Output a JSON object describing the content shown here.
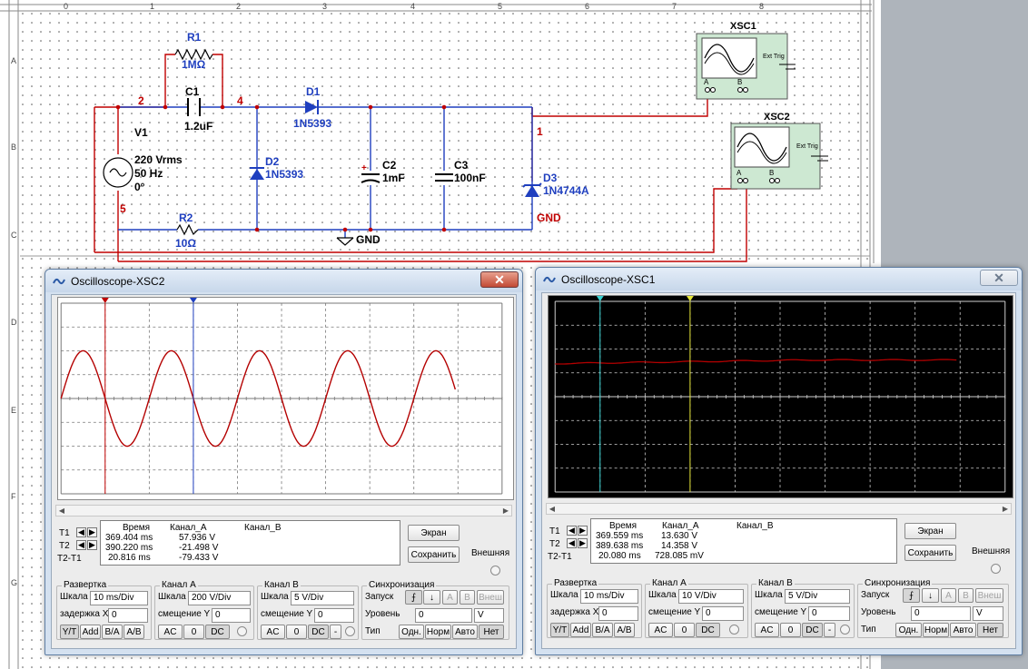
{
  "schematic": {
    "col_labels": [
      "0",
      "1",
      "2",
      "3",
      "4",
      "5",
      "6",
      "7",
      "8"
    ],
    "row_labels": [
      "A",
      "B",
      "C",
      "D",
      "E",
      "F",
      "G"
    ],
    "r1": {
      "name": "R1",
      "value": "1MΩ"
    },
    "c1": {
      "name": "C1",
      "value": "1.2uF"
    },
    "d1": {
      "name": "D1",
      "model": "1N5393"
    },
    "d2": {
      "name": "D2",
      "model": "1N5393"
    },
    "c2": {
      "name": "C2",
      "value": "1mF"
    },
    "c3": {
      "name": "C3",
      "value": "100nF"
    },
    "d3": {
      "name": "D3",
      "model": "1N4744A"
    },
    "v1": {
      "name": "V1",
      "line1": "220 Vrms",
      "line2": "50 Hz",
      "line3": "0°"
    },
    "r2": {
      "name": "R2",
      "value": "10Ω"
    },
    "gnd": "GND",
    "gnd_net": "GND",
    "net2": "2",
    "net4": "4",
    "net1": "1",
    "net5": "5",
    "xsc1": {
      "name": "XSC1",
      "ext_trig": "Ext Trig",
      "a": "A",
      "b": "B"
    },
    "xsc2": {
      "name": "XSC2",
      "ext_trig": "Ext Trig",
      "a": "A",
      "b": "B"
    }
  },
  "scope_xsc2": {
    "title": "Oscilloscope-XSC2",
    "close": "✕",
    "t1": "T1",
    "t2": "T2",
    "t2t1": "T2-T1",
    "hdr_time": "Время",
    "hdr_a": "Канал_A",
    "hdr_b": "Канал_B",
    "rows": [
      {
        "time": "369.404 ms",
        "a": "57.936 V",
        "b": ""
      },
      {
        "time": "390.220 ms",
        "a": "-21.498 V",
        "b": ""
      },
      {
        "time": "20.816 ms",
        "a": "-79.433 V",
        "b": ""
      }
    ],
    "btn_screen": "Экран",
    "btn_save": "Сохранить",
    "external": "Внешняя",
    "timebase": {
      "title": "Развертка",
      "scale_lbl": "Шкала",
      "scale": "10 ms/Div",
      "xpos_lbl": "задержка X",
      "xpos": "0",
      "yt": "Y/T",
      "add": "Add",
      "ba": "B/A",
      "ab": "A/B"
    },
    "cha": {
      "title": "Канал А",
      "scale_lbl": "Шкала",
      "scale": "200  V/Div",
      "ypos_lbl": "смещение Y",
      "ypos": "0",
      "ac": "AC",
      "zero": "0",
      "dc": "DC"
    },
    "chb": {
      "title": "Канал В",
      "scale_lbl": "Шкала",
      "scale": "5  V/Div",
      "ypos_lbl": "смещение Y",
      "ypos": "0",
      "ac": "AC",
      "zero": "0",
      "dc": "DC",
      "minus": "-"
    },
    "trigger": {
      "title": "Синхронизация",
      "edge_lbl": "Запуск",
      "a": "A",
      "b": "B",
      "ext": "Внеш",
      "level_lbl": "Уровень",
      "level": "0",
      "unit": "V",
      "type_lbl": "Тип",
      "single": "Одн.",
      "normal": "Норм",
      "auto": "Авто",
      "none": "Нет"
    }
  },
  "scope_xsc1": {
    "title": "Oscilloscope-XSC1",
    "close": "✕",
    "t1": "T1",
    "t2": "T2",
    "t2t1": "T2-T1",
    "hdr_time": "Время",
    "hdr_a": "Канал_A",
    "hdr_b": "Канал_B",
    "rows": [
      {
        "time": "369.559 ms",
        "a": "13.630 V",
        "b": ""
      },
      {
        "time": "389.638 ms",
        "a": "14.358 V",
        "b": ""
      },
      {
        "time": "20.080 ms",
        "a": "728.085 mV",
        "b": ""
      }
    ],
    "btn_screen": "Экран",
    "btn_save": "Сохранить",
    "external": "Внешняя",
    "timebase": {
      "title": "Развертка",
      "scale_lbl": "Шкала",
      "scale": "10 ms/Div",
      "xpos_lbl": "задержка X",
      "xpos": "0",
      "yt": "Y/T",
      "add": "Add",
      "ba": "B/A",
      "ab": "A/B"
    },
    "cha": {
      "title": "Канал А",
      "scale_lbl": "Шкала",
      "scale": "10  V/Div",
      "ypos_lbl": "смещение Y",
      "ypos": "0",
      "ac": "AC",
      "zero": "0",
      "dc": "DC"
    },
    "chb": {
      "title": "Канал В",
      "scale_lbl": "Шкала",
      "scale": "5  V/Div",
      "ypos_lbl": "смещение Y",
      "ypos": "0",
      "ac": "AC",
      "zero": "0",
      "dc": "DC",
      "minus": "-"
    },
    "trigger": {
      "title": "Синхронизация",
      "edge_lbl": "Запуск",
      "a": "A",
      "b": "B",
      "ext": "Внеш",
      "level_lbl": "Уровень",
      "level": "0",
      "unit": "V",
      "type_lbl": "Тип",
      "single": "Одн.",
      "normal": "Норм",
      "auto": "Авто",
      "none": "Нет"
    }
  },
  "chart_data": [
    {
      "type": "line",
      "series": [
        {
          "values_desc": "sine",
          "amplitude_div": 2,
          "period_div": 2
        }
      ],
      "xlim": [
        0,
        10
      ],
      "ylim": [
        -4,
        4
      ]
    },
    {
      "type": "line",
      "series": [
        {
          "y_div": 1.5
        }
      ],
      "xlim": [
        0,
        10
      ],
      "ylim": [
        -4,
        4
      ]
    }
  ],
  "colors": {
    "wire": "#c00000",
    "component": "#1f3fbf",
    "trace_red": "#b40000",
    "cursor_red": "#c00000",
    "cursor_blue": "#1f3fbf",
    "cursor_cyan": "#3ad1d1",
    "cursor_yellow": "#e7e73a",
    "scope_body": "#cde8d2"
  }
}
